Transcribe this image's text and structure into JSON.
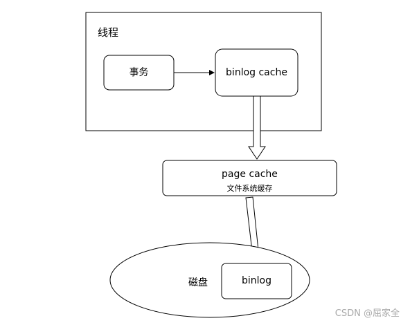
{
  "diagram": {
    "thread_label": "线程",
    "transaction_label": "事务",
    "binlog_cache_label": "binlog cache",
    "page_cache_label": "page cache",
    "page_cache_sublabel": "文件系统缓存",
    "disk_label": "磁盘",
    "binlog_label": "binlog"
  },
  "watermark": "CSDN @屈家全"
}
